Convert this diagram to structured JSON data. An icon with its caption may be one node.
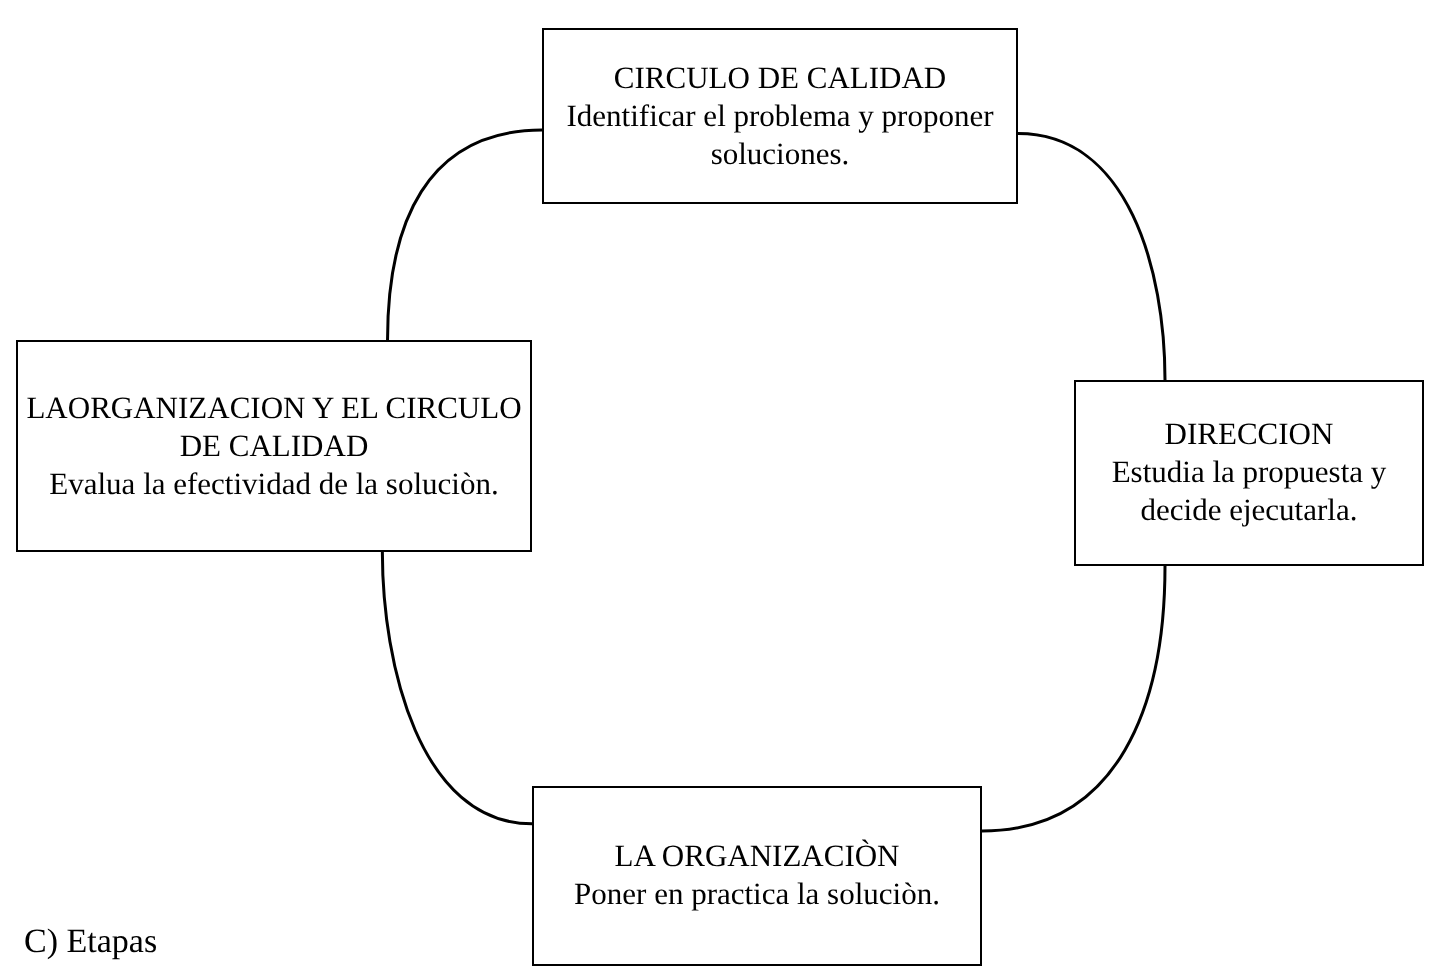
{
  "diagram": {
    "nodes": [
      {
        "text": [
          "CIRCULO DE CALIDAD",
          "Identificar el problema y proponer soluciones."
        ]
      },
      {
        "text": [
          "LAORGANIZACION Y EL CIRCULO DE CALIDAD",
          "Evalua la efectividad de la soluciòn."
        ]
      },
      {
        "text": [
          "DIRECCION",
          "Estudia la propuesta y decide ejecutarla."
        ]
      },
      {
        "text": [
          "LA ORGANIZACIÒN",
          "Poner en practica la soluciòn."
        ]
      }
    ],
    "edges": [
      {
        "from": 0,
        "to": 2,
        "arrow": "none"
      },
      {
        "from": 2,
        "to": 3,
        "arrow": "none"
      },
      {
        "from": 3,
        "to": 1,
        "arrow": "none"
      },
      {
        "from": 1,
        "to": 0,
        "arrow": "none"
      }
    ],
    "labels": [
      "C) Etapas"
    ]
  }
}
